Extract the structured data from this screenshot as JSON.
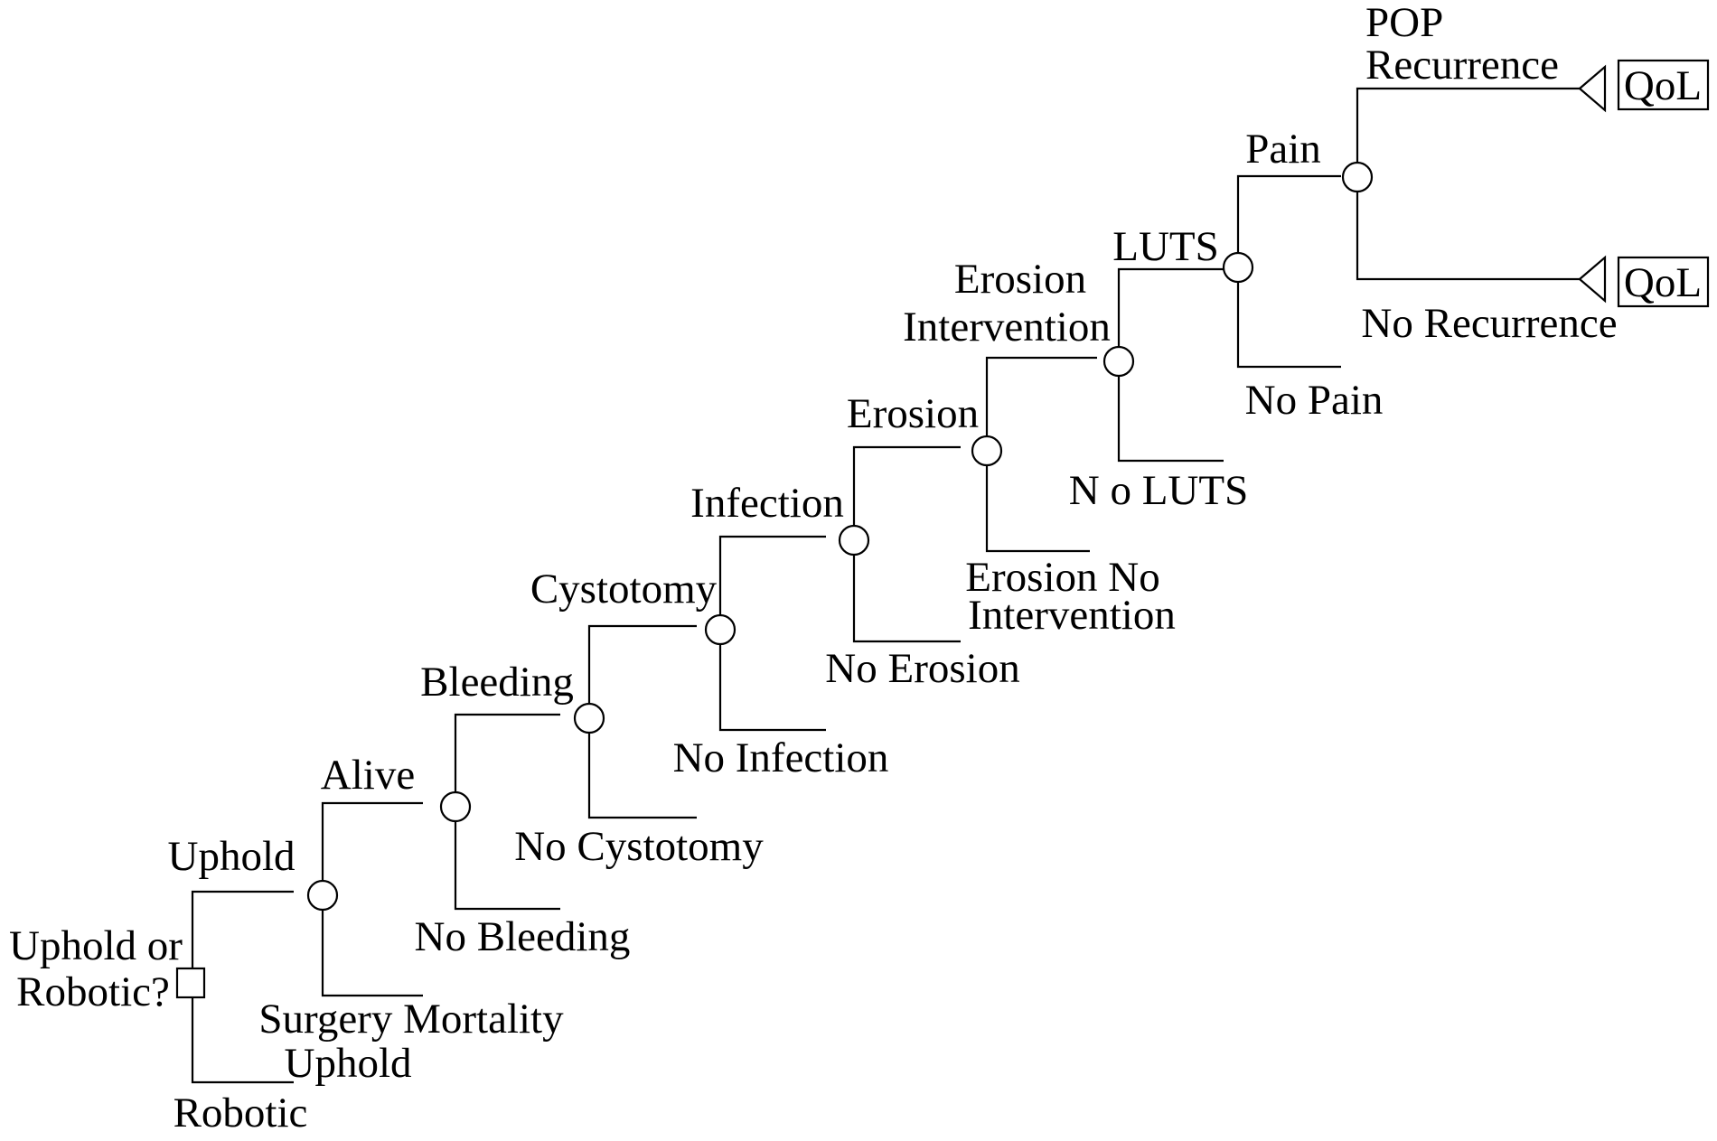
{
  "decision": {
    "label_line1": "Uphold or",
    "label_line2": "Robotic?"
  },
  "branches": {
    "uphold": "Uphold",
    "robotic": "Robotic",
    "alive": "Alive",
    "surgery_mortality_line1": "Surgery Mortality",
    "surgery_mortality_line2": "Uphold",
    "bleeding": "Bleeding",
    "no_bleeding": "No Bleeding",
    "cystotomy": "Cystotomy",
    "no_cystotomy": "No Cystotomy",
    "infection": "Infection",
    "no_infection": "No Infection",
    "erosion": "Erosion",
    "no_erosion": "No Erosion",
    "erosion_intervention_line1": "Erosion",
    "erosion_intervention_line2": "Intervention",
    "erosion_no_intervention_line1": "Erosion No",
    "erosion_no_intervention_line2": "Intervention",
    "luts": "LUTS",
    "no_luts": "N o LUTS",
    "pain": "Pain",
    "no_pain": "No Pain",
    "pop_recurrence_line1": "POP",
    "pop_recurrence_line2": "Recurrence",
    "no_recurrence": "No Recurrence"
  },
  "terminals": {
    "recurrence_payoff": "QoL",
    "no_recurrence_payoff": "QoL"
  },
  "icons": {
    "decision_node": "square-decision-icon",
    "chance_node": "circle-chance-icon",
    "terminal_node": "triangle-terminal-icon"
  }
}
